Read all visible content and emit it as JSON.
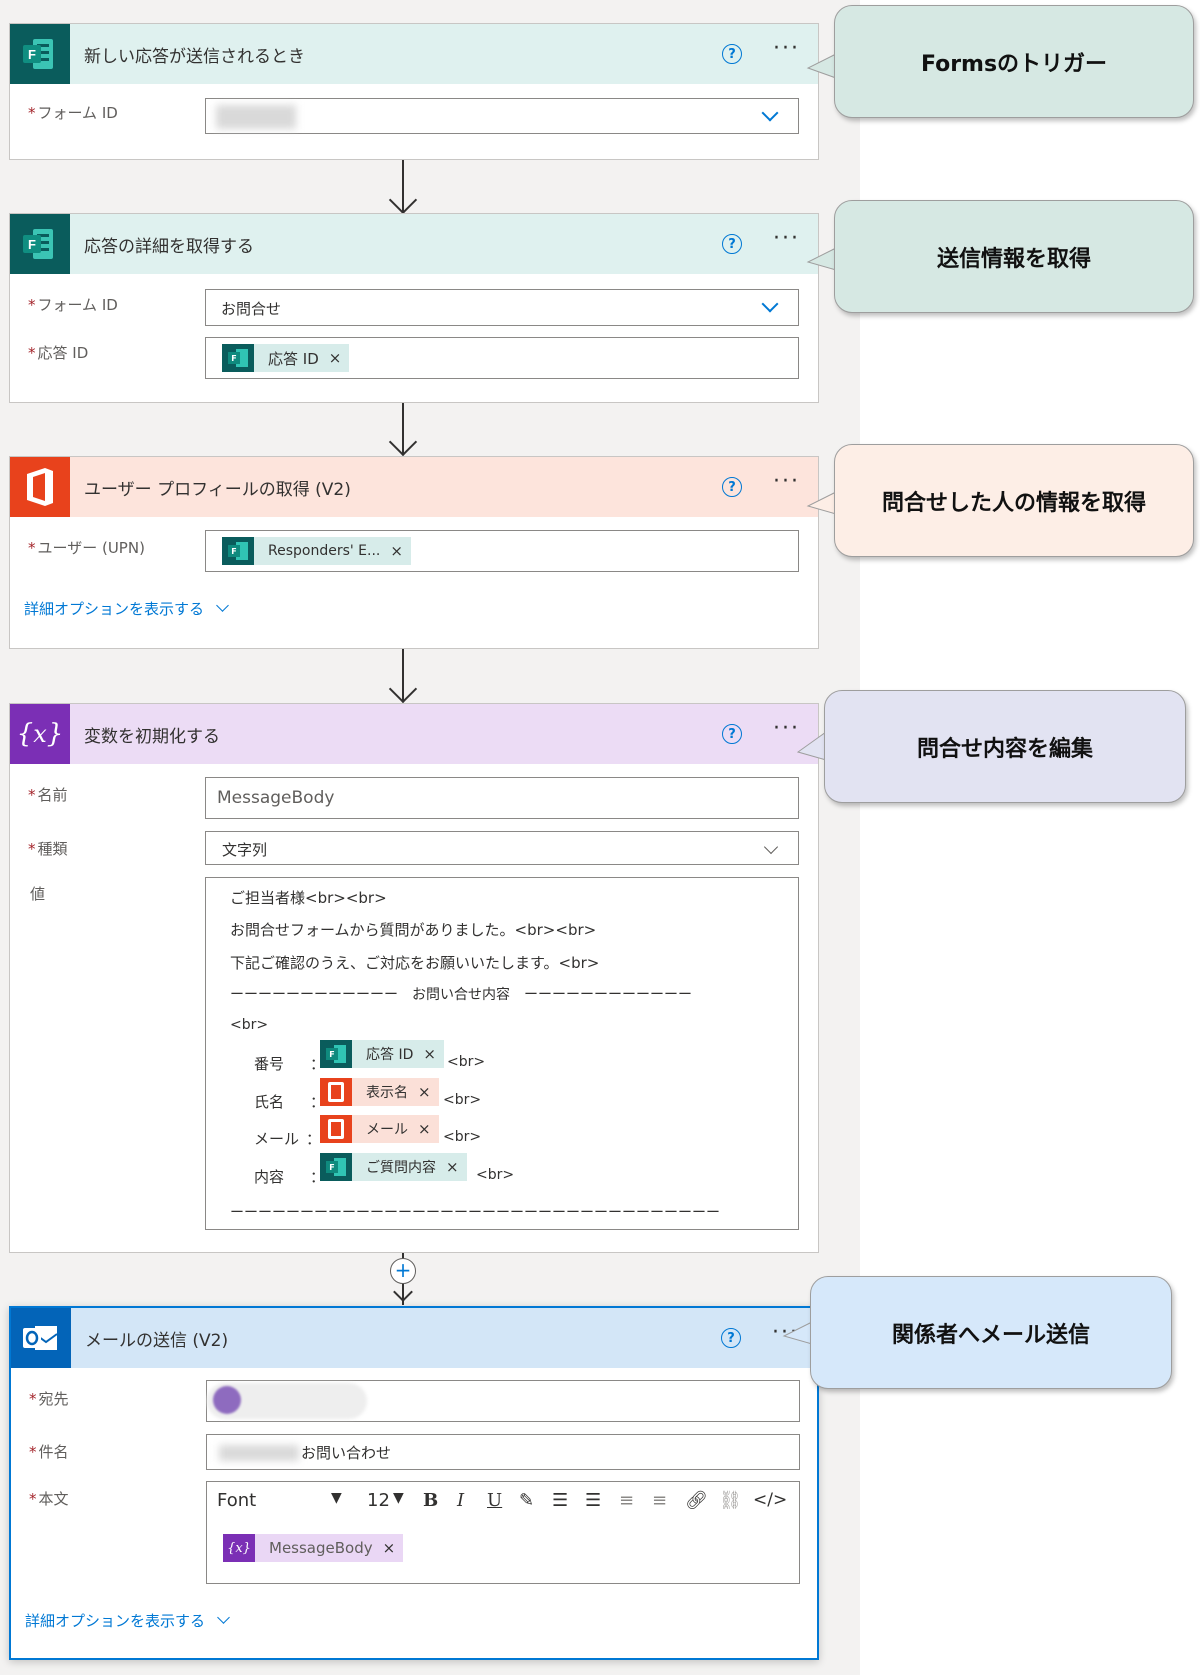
{
  "colors": {
    "forms_header": "#dff1ef",
    "office_header": "#fde4dc",
    "variable_header": "#ecdcf5",
    "outlook_header": "#d3e6f7",
    "accent_blue": "#0078d4",
    "callout_forms": "#d6e8e3",
    "callout_office": "#fdeee6",
    "callout_variable": "#e2e3f2",
    "callout_outlook": "#d6e8fa"
  },
  "cards": {
    "trigger": {
      "title": "新しい応答が送信されるとき",
      "form_id_label": "フォーム ID"
    },
    "get_details": {
      "title": "応答の詳細を取得する",
      "form_id_label": "フォーム ID",
      "form_id_value": "お問合せ",
      "response_id_label": "応答 ID",
      "response_id_token": "応答 ID"
    },
    "user_profile": {
      "title": "ユーザー プロフィールの取得 (V2)",
      "upn_label": "ユーザー (UPN)",
      "upn_token": "Responders' E...",
      "advanced_link": "詳細オプションを表示する"
    },
    "init_variable": {
      "title": "変数を初期化する",
      "name_label": "名前",
      "name_value": "MessageBody",
      "type_label": "種類",
      "type_value": "文字列",
      "value_label": "値",
      "value_lines": [
        "ご担当者様<br><br>",
        "お問合せフォームから質問がありました。<br><br>",
        "下記ご確認のうえ、ご対応をお願いいたします。<br>",
        "ーーーーーーーーーーーー　お問い合せ内容　ーーーーーーーーーーーー",
        "<br>",
        "ーーーーーーーーーーーーーーーーーーーーーーーーーーーーーーーーーーー"
      ],
      "rows": [
        {
          "label": "番号",
          "colon": "：",
          "token": "応答 ID",
          "suffix": "<br>"
        },
        {
          "label": "氏名",
          "colon": "：",
          "token": "表示名",
          "suffix": "<br>"
        },
        {
          "label": "メール",
          "colon": "：",
          "token": "メール",
          "suffix": "<br>"
        },
        {
          "label": "内容",
          "colon": "：",
          "token": "ご質問内容",
          "suffix": "<br>"
        }
      ]
    },
    "send_mail": {
      "title": "メールの送信 (V2)",
      "to_label": "宛先",
      "subject_label": "件名",
      "subject_value": "お問い合わせ",
      "body_label": "本文",
      "font_label": "Font",
      "font_size": "12",
      "body_token": "MessageBody",
      "advanced_link": "詳細オプションを表示する"
    }
  },
  "callouts": {
    "forms_trigger": "Formsのトリガー",
    "get_info": "送信情報を取得",
    "user_info": "問合せした人の情報を取得",
    "edit_content": "問合せ内容を編集",
    "send_mail": "関係者へメール送信"
  },
  "common": {
    "required_mark": "*",
    "help": "?",
    "more": "···",
    "token_close": "×",
    "plus": "+"
  },
  "icons": {
    "forms": "forms-icon",
    "office": "office-icon",
    "variable": "variable-icon",
    "outlook": "outlook-icon",
    "help": "help-icon",
    "more": "more-options-icon",
    "chevron": "chevron-down-icon"
  }
}
